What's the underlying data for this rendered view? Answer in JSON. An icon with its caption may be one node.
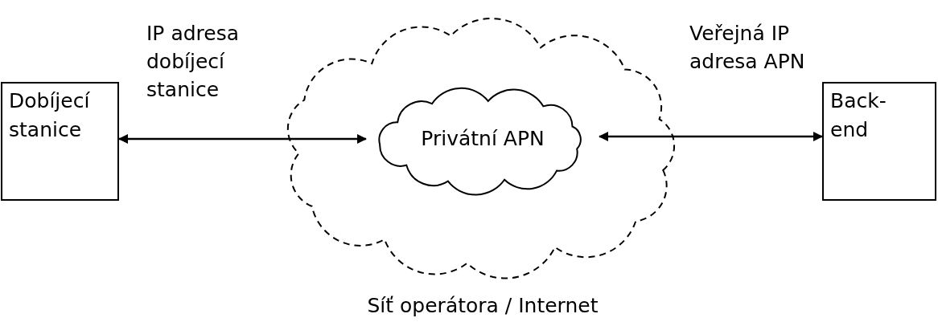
{
  "diagram": {
    "nodes": [
      {
        "text": [
          "Dobíjecí stanice"
        ]
      },
      {
        "text": [
          "Síť operátora / Internet"
        ]
      },
      {
        "text": [
          "Privátní APN"
        ],
        "in": 1
      },
      {
        "text": [
          "Back- end"
        ]
      }
    ],
    "edges": [
      {
        "from": 0,
        "to": 2,
        "arrow": "both",
        "label": "IP adresa dobíjecí stanice"
      },
      {
        "from": 2,
        "to": 3,
        "arrow": "both",
        "label": "Veřejná IP adresa APN"
      }
    ]
  }
}
